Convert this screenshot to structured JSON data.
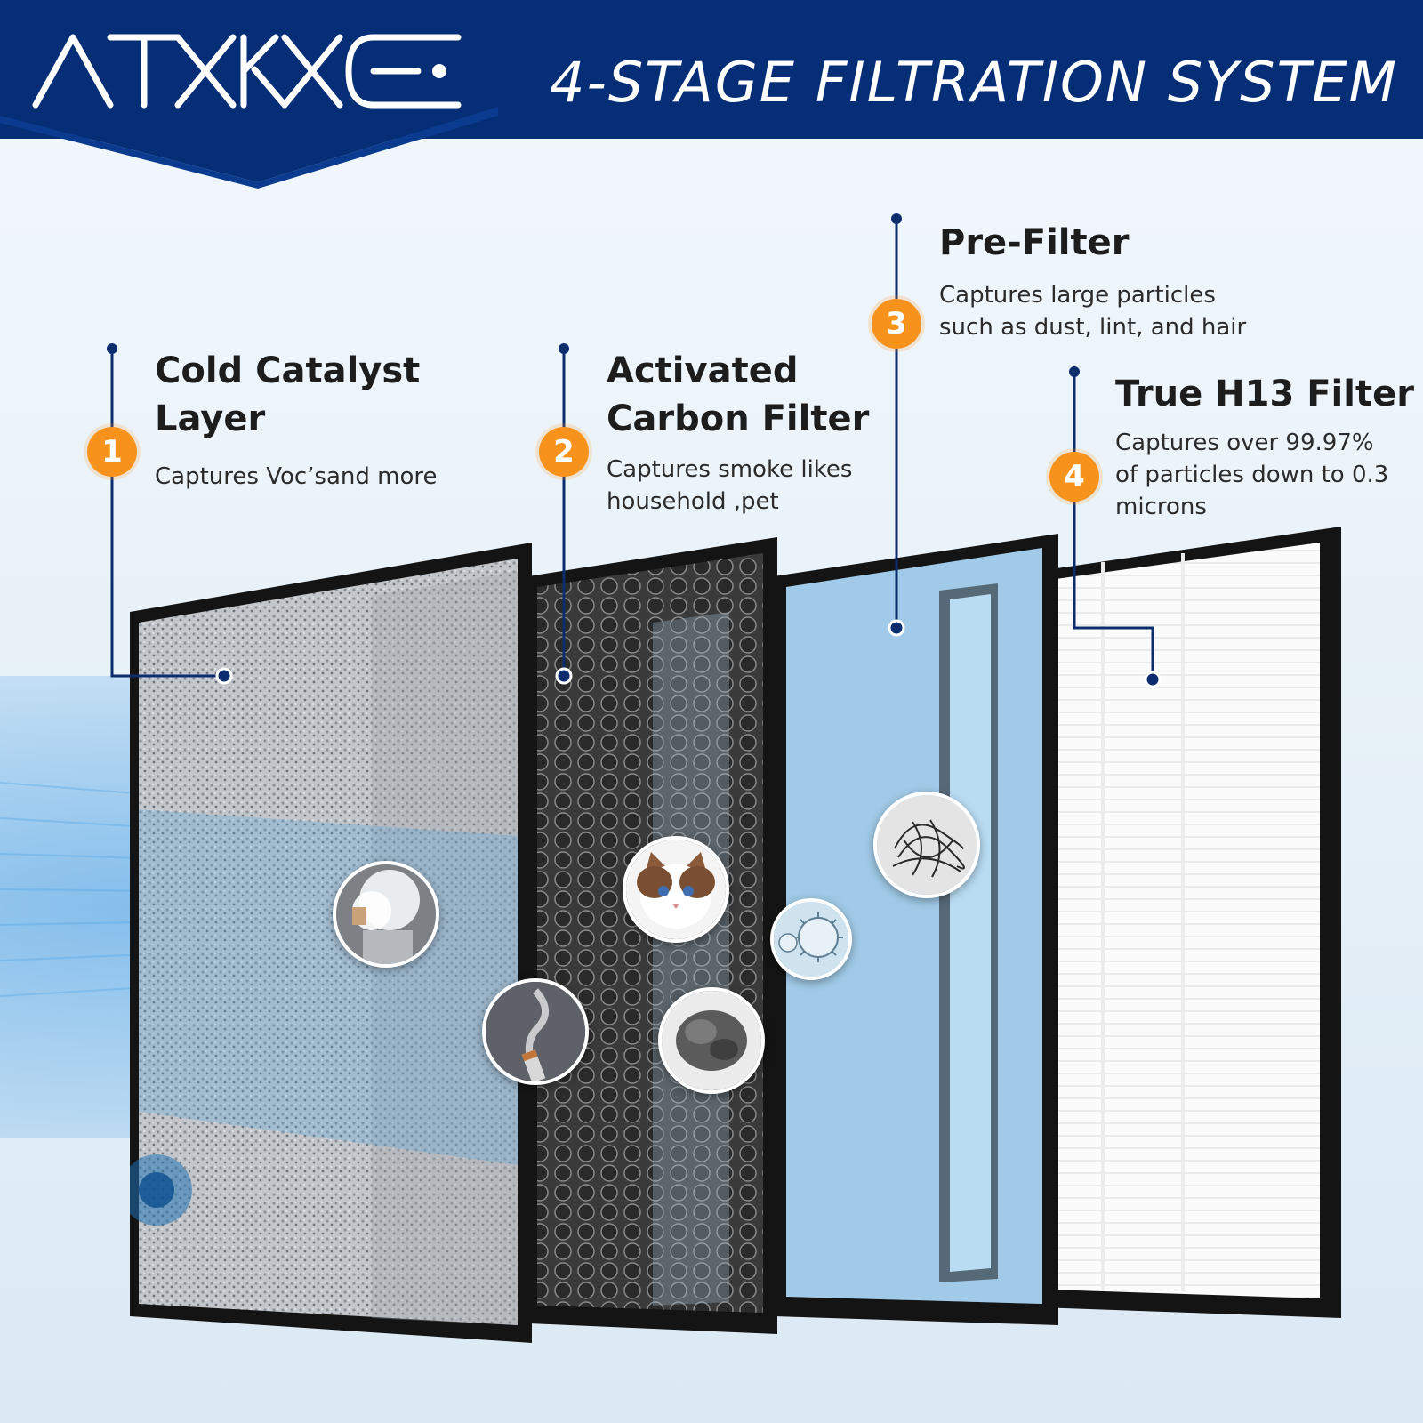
{
  "header": {
    "brand": "ATXKXE",
    "title": "4-STAGE FILTRATION SYSTEM"
  },
  "stages": [
    {
      "number": "1",
      "title_line1": "Cold Catalyst",
      "title_line2": "Layer",
      "desc_line1": "Captures Voc’sand more",
      "desc_line2": ""
    },
    {
      "number": "2",
      "title_line1": "Activated",
      "title_line2": "Carbon Filter",
      "desc_line1": "Captures smoke likes",
      "desc_line2": "household ,pet"
    },
    {
      "number": "3",
      "title_line1": "Pre-Filter",
      "title_line2": "",
      "desc_line1": "Captures large particles",
      "desc_line2": "such as dust, lint, and hair"
    },
    {
      "number": "4",
      "title_line1": "True H13 Filter",
      "title_line2": "",
      "desc_line1": "Captures over 99.97%",
      "desc_line2": "of particles down to 0.3",
      "desc_line3": "microns"
    }
  ],
  "pollutant_icons": [
    "steam-icon",
    "cat-icon",
    "hair-clump-icon",
    "microbe-icon",
    "smoke-icon",
    "dust-icon"
  ],
  "colors": {
    "navy": "#062e77",
    "badge_orange": "#f7931d",
    "leader_blue": "#0b2d6e"
  }
}
